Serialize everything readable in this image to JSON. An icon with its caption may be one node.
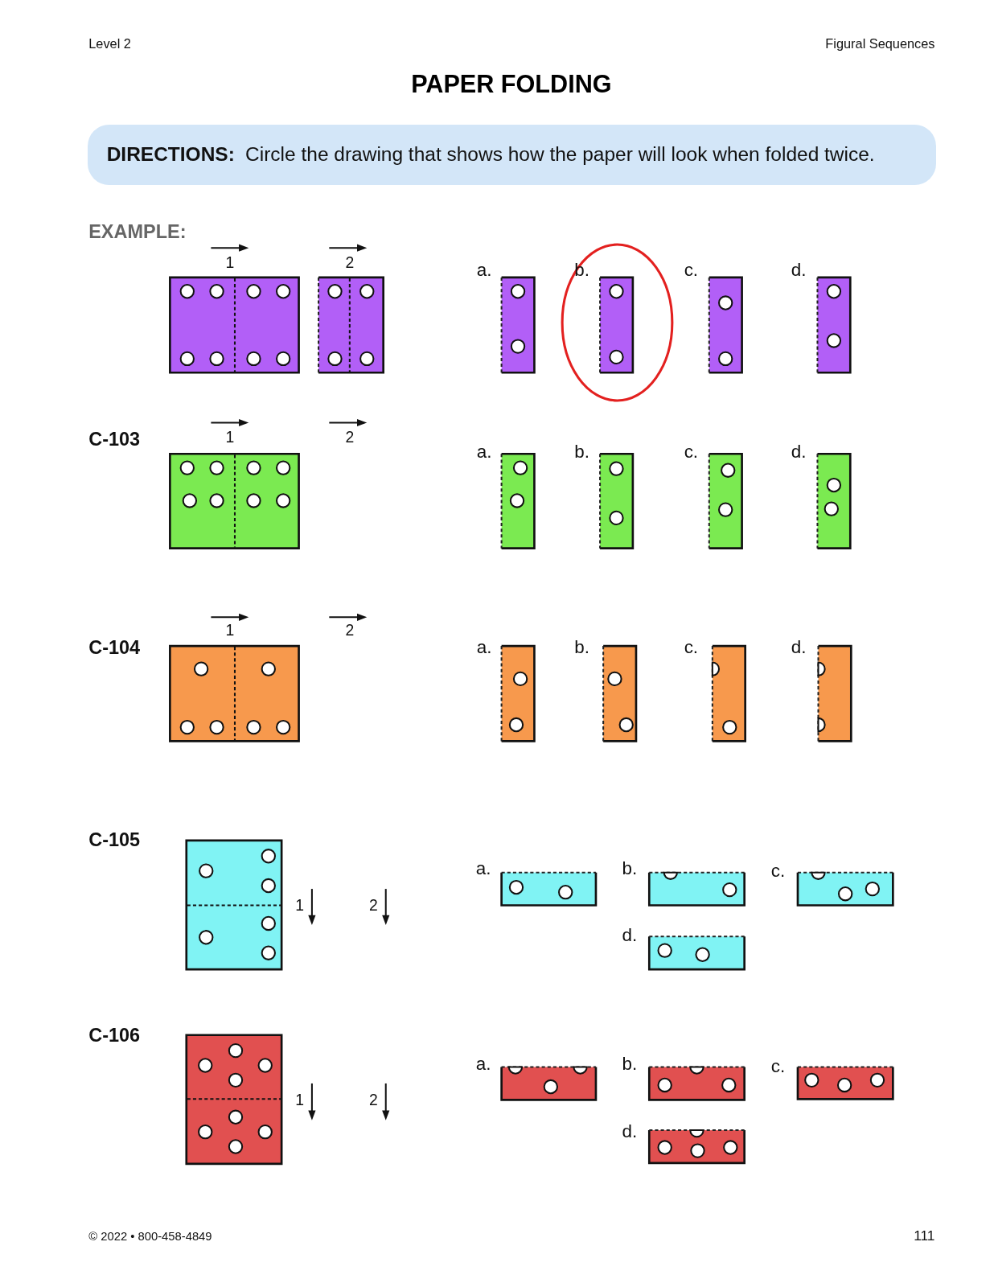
{
  "diagram": {
    "title": "PAPER FOLDING",
    "nodes": [
      {
        "text": [
          "DIRECTIONS:",
          "Circle the drawing that shows how the paper will look when folded twice."
        ]
      }
    ],
    "labels": [
      "Level 2",
      "Figural Sequences",
      "EXAMPLE:",
      "1",
      "2",
      "a.",
      "b.",
      "c.",
      "d.",
      "C-103",
      "1",
      "2",
      "a.",
      "b.",
      "c.",
      "d.",
      "C-104",
      "1",
      "2",
      "a.",
      "b.",
      "c.",
      "d.",
      "C-105",
      "1",
      "2",
      "a.",
      "b.",
      "c.",
      "d.",
      "C-106",
      "1",
      "2",
      "a.",
      "b.",
      "c.",
      "d.",
      "© 2022 • 800-458-4849",
      "111"
    ]
  }
}
